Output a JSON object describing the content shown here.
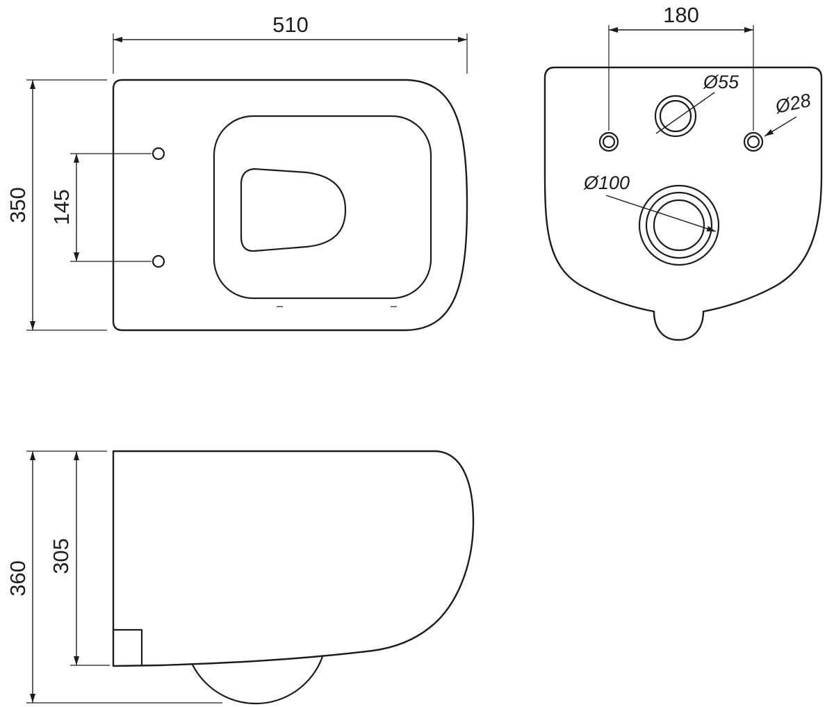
{
  "page": {
    "background_color": "#ffffff",
    "line_color": "#1c1c1c",
    "description": "Technical dimension drawing of a wall-hung toilet: top view, rear view and side view"
  },
  "views": {
    "top": {
      "dims": {
        "width": "510",
        "depth": "350",
        "hole_spacing": "145"
      }
    },
    "rear": {
      "dims": {
        "bolt_spacing": "180",
        "inlet_diameter": "Ø55",
        "bolt_hole_diameter": "Ø28",
        "outlet_diameter": "Ø100"
      }
    },
    "side": {
      "dims": {
        "total_height": "360",
        "body_height": "305"
      }
    }
  }
}
